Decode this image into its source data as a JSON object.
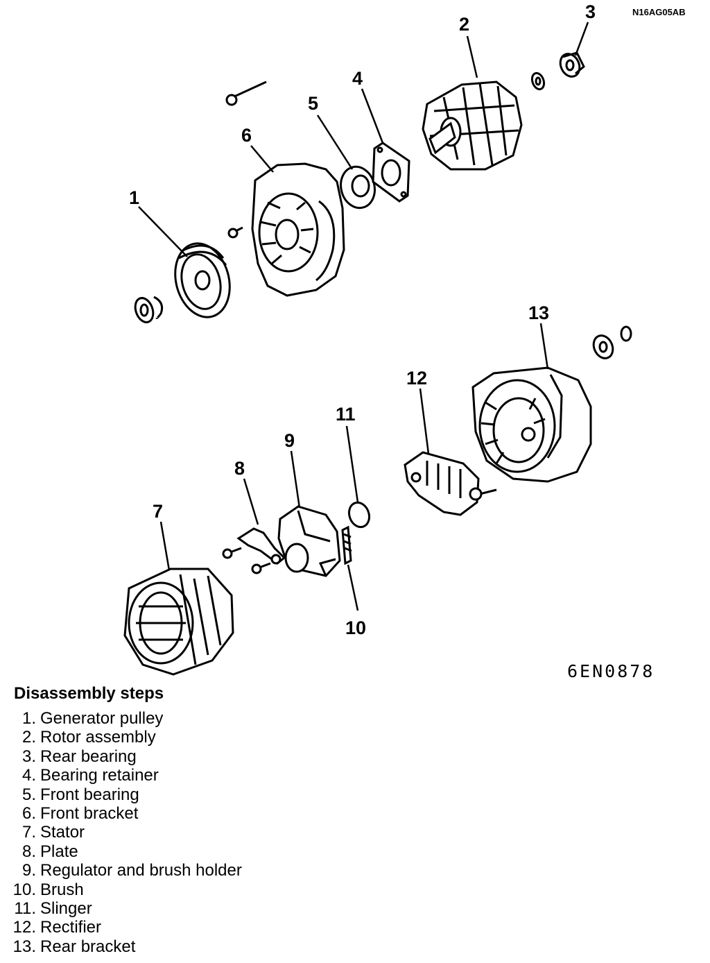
{
  "diagram": {
    "reference_code": "N16AG05AB",
    "figure_code": "6EN0878",
    "callouts": [
      "1",
      "2",
      "3",
      "4",
      "5",
      "6",
      "7",
      "8",
      "9",
      "10",
      "11",
      "12",
      "13"
    ]
  },
  "steps": {
    "title": "Disassembly steps",
    "items": [
      {
        "num": "1.",
        "label": "Generator pulley"
      },
      {
        "num": "2.",
        "label": "Rotor assembly"
      },
      {
        "num": "3.",
        "label": "Rear bearing"
      },
      {
        "num": "4.",
        "label": "Bearing retainer"
      },
      {
        "num": "5.",
        "label": "Front bearing"
      },
      {
        "num": "6.",
        "label": "Front bracket"
      },
      {
        "num": "7.",
        "label": "Stator"
      },
      {
        "num": "8.",
        "label": "Plate"
      },
      {
        "num": "9.",
        "label": "Regulator and brush holder"
      },
      {
        "num": "10.",
        "label": "Brush"
      },
      {
        "num": "11.",
        "label": "Slinger"
      },
      {
        "num": "12.",
        "label": "Rectifier"
      },
      {
        "num": "13.",
        "label": "Rear bracket"
      }
    ]
  }
}
